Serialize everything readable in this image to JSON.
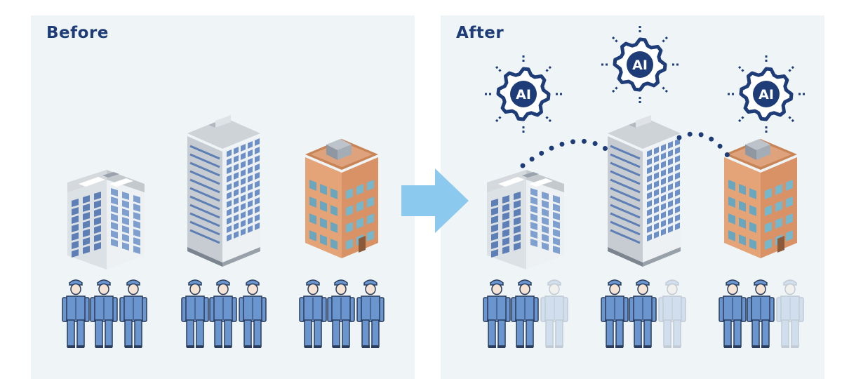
{
  "panels": {
    "before": {
      "title": "Before"
    },
    "after": {
      "title": "After"
    }
  },
  "ai_badge": {
    "label": "AI"
  },
  "colors": {
    "panel_bg": "#eff4f7",
    "title": "#1e3d78",
    "arrow": "#8cc9ee",
    "gear": "#1e3d78",
    "worker_uniform": "#6b95cf",
    "brick_building": "#e3a072"
  },
  "before": {
    "groups": [
      {
        "building": "low-rise-office",
        "workers": 3,
        "faded_workers": 0
      },
      {
        "building": "high-rise-office",
        "workers": 3,
        "faded_workers": 0
      },
      {
        "building": "brick-building",
        "workers": 3,
        "faded_workers": 0
      }
    ]
  },
  "after": {
    "groups": [
      {
        "building": "low-rise-office",
        "workers": 2,
        "faded_workers": 1
      },
      {
        "building": "high-rise-office",
        "workers": 2,
        "faded_workers": 1
      },
      {
        "building": "brick-building",
        "workers": 2,
        "faded_workers": 1
      }
    ],
    "ai_gears": 3
  }
}
